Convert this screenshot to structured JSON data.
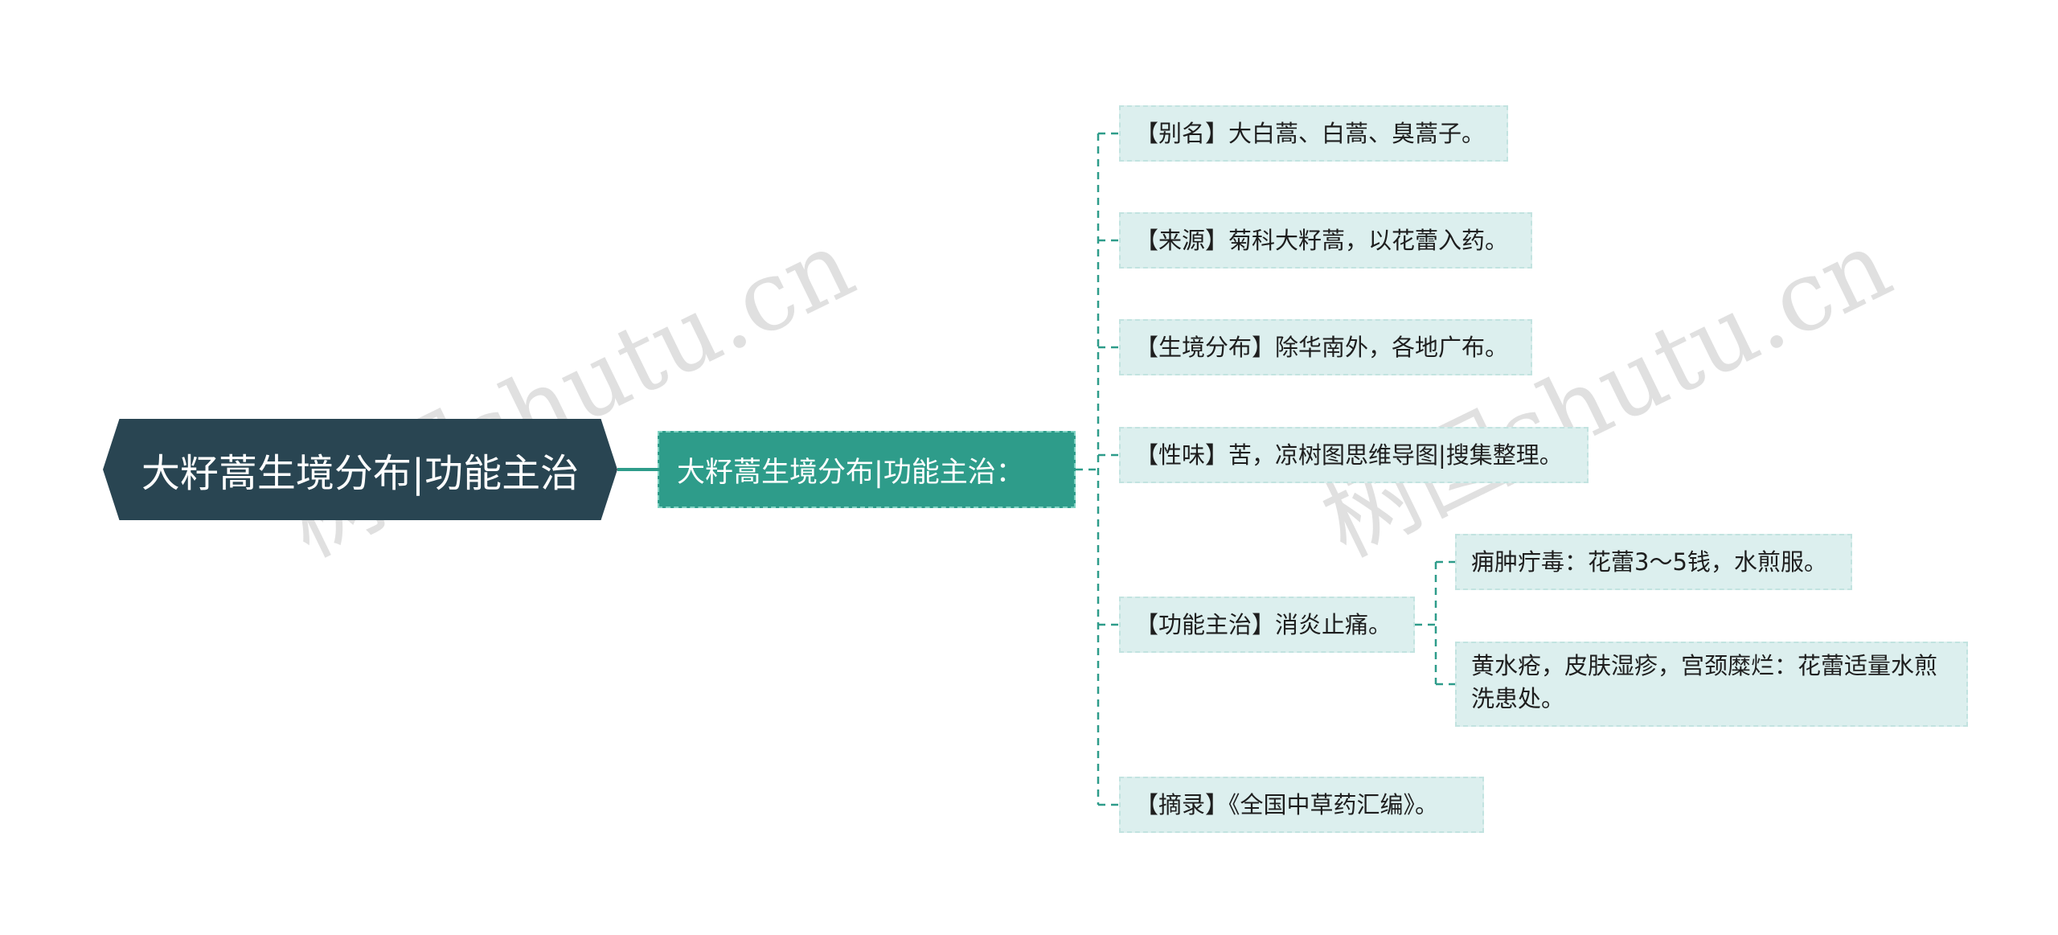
{
  "watermark": "树图shutu.cn",
  "root": {
    "title": "大籽蒿生境分布|功能主治"
  },
  "branch": {
    "title": "大籽蒿生境分布|功能主治："
  },
  "items": [
    {
      "text": "【别名】大白蒿、白蒿、臭蒿子。"
    },
    {
      "text": "【来源】菊科大籽蒿，以花蕾入药。"
    },
    {
      "text": "【生境分布】除华南外，各地广布。"
    },
    {
      "text": "【性味】苦，凉树图思维导图|搜集整理。"
    },
    {
      "text": "【功能主治】消炎止痛。",
      "children": [
        {
          "text": "痈肿疔毒：花蕾3～5钱，水煎服。"
        },
        {
          "text": "黄水疮，皮肤湿疹，宫颈糜烂：花蕾适量水煎洗患处。"
        }
      ]
    },
    {
      "text": "【摘录】《全国中草药汇编》。"
    }
  ],
  "colors": {
    "root_bg": "#294552",
    "branch_bg": "#2e9c8a",
    "leaf_bg": "#dcefee",
    "connector": "#2e9c8a"
  }
}
